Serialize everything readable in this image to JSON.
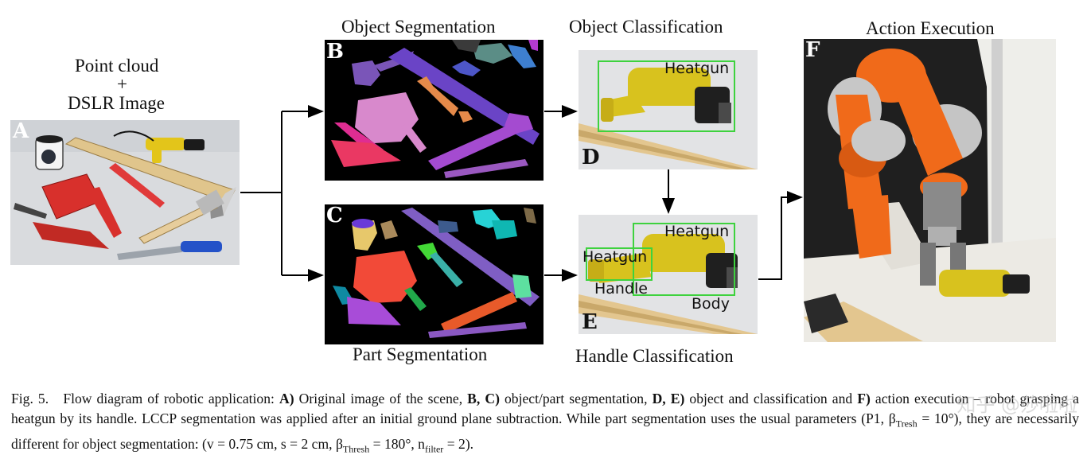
{
  "labels": {
    "input_line1": "Point cloud",
    "input_line2": "+",
    "input_line3": "DSLR Image",
    "object_segmentation": "Object Segmentation",
    "part_segmentation": "Part Segmentation",
    "object_classification": "Object Classification",
    "handle_classification": "Handle Classification",
    "action_execution": "Action Execution"
  },
  "panel_letters": {
    "a": "A",
    "b": "B",
    "c": "C",
    "d": "D",
    "e": "E",
    "f": "F"
  },
  "detections": {
    "d_box": "Heatgun",
    "e_box_outer": "Heatgun",
    "e_box_inner": "Heatgun",
    "e_handle": "Handle",
    "e_body": "Body"
  },
  "caption": {
    "prefix": "Fig. 5.",
    "t1": "Flow diagram of robotic application:",
    "b1": "A)",
    "t2": "Original image of the scene,",
    "b2": "B, C)",
    "t3": "object/part segmentation,",
    "b3": "D, E)",
    "t4": "object and classification and",
    "b4": "F)",
    "t5": "action execution – robot grasping a heatgun by its handle. LCCP segmentation was applied after an initial ground plane subtraction. While part segmentation uses the usual parameters (P1, β",
    "s1": "Tresh",
    "t6": " = 10°), they are necessarily different for object segmentation: (v = 0.75 cm, s = 2 cm, β",
    "s2": "Thresh",
    "t7": " = 180°, n",
    "s3": "filter",
    "t8": " = 2)."
  },
  "watermark": "知乎 @莎啦啦",
  "colors": {
    "detection_box": "#3ed23e",
    "segmentation_bg": "#000000",
    "robot_orange": "#f06a1a"
  }
}
